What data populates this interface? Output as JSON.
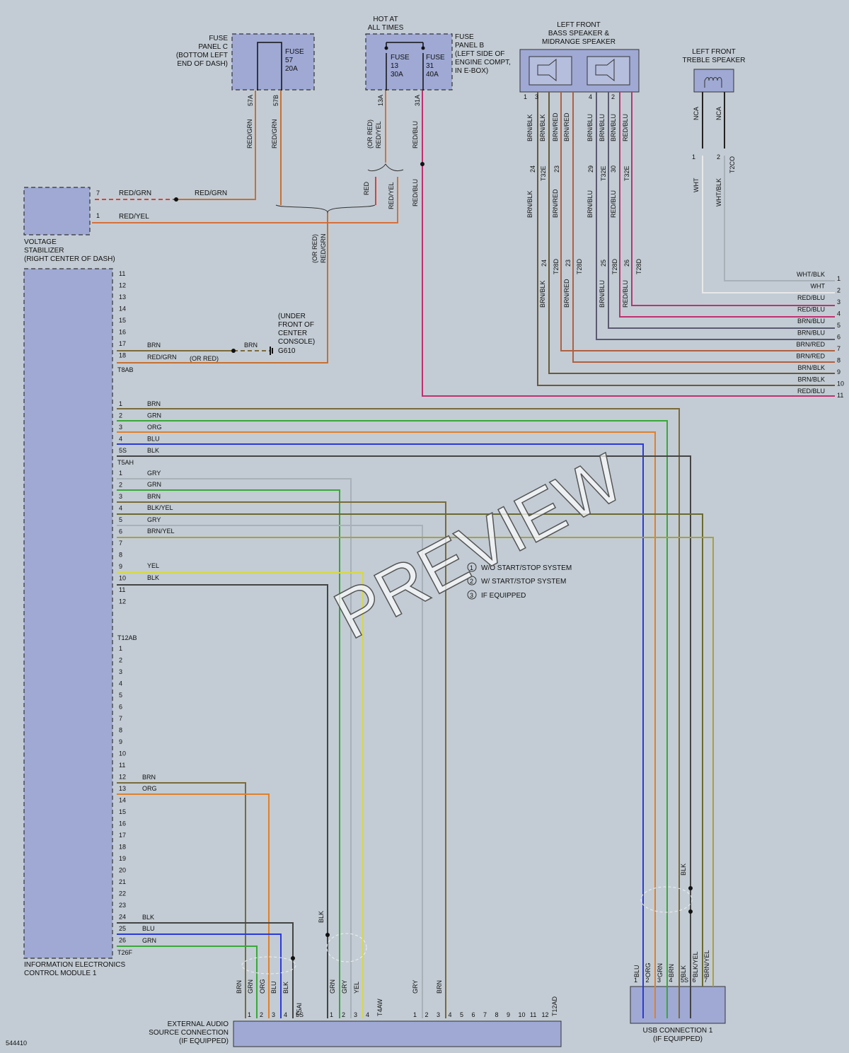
{
  "diagram_id": "544410",
  "watermark": "PREVIEW",
  "colors": {
    "background": "#c3ccd4",
    "component_fill": "#9fa9d4",
    "wire_red": "#e04030",
    "wire_brn": "#7a6a3a",
    "wire_grn": "#38a838",
    "wire_org": "#e0802a",
    "wire_blu": "#2a3ad8",
    "wire_blk": "#444444",
    "wire_gry": "#a8b0b8",
    "wire_yel": "#d8d840",
    "wire_redblu": "#c03070",
    "wire_redyel": "#d8703a",
    "wire_redgrn": "#c87030",
    "wire_wht": "#e8e8e8",
    "wire_brnblk": "#6a5a3a",
    "wire_brnblu": "#5a5a70",
    "wire_brnred": "#b06040"
  },
  "components": {
    "fuse_panel_c": {
      "title": "FUSE\nPANEL C\n(BOTTOM LEFT\nEND OF DASH)",
      "fuse": "FUSE\n57\n20A",
      "pins": [
        "57A",
        "57B"
      ]
    },
    "fuse_panel_b": {
      "header": "HOT AT\nALL TIMES",
      "title": "FUSE\nPANEL B\n(LEFT SIDE OF\nENGINE COMPT,\nIN E-BOX)",
      "fuse1": "FUSE\n13\n30A",
      "fuse2": "FUSE\n31\n40A",
      "pins": [
        "13A",
        "31A"
      ]
    },
    "bass_speaker": {
      "title": "LEFT FRONT\nBASS SPEAKER &\nMIDRANGE SPEAKER",
      "pins": [
        "1",
        "3",
        "4",
        "2"
      ]
    },
    "treble_speaker": {
      "title": "LEFT FRONT\nTREBLE SPEAKER",
      "pins": [
        "1",
        "2"
      ]
    },
    "voltage_stabilizer": {
      "title": "VOLTAGE\nSTABILIZER\n(RIGHT CENTER OF DASH)",
      "pins": [
        "7",
        "1"
      ]
    },
    "control_module": {
      "title": "INFORMATION ELECTRONICS\nCONTROL MODULE 1"
    },
    "ground": {
      "title": "(UNDER\nFRONT OF\nCENTER\nCONSOLE)",
      "id": "G610"
    },
    "external_audio": {
      "title": "EXTERNAL AUDIO\nSOURCE CONNECTION\n(IF EQUIPPED)"
    },
    "usb": {
      "title": "USB CONNECTION 1\n(IF EQUIPPED)"
    }
  },
  "legend": [
    {
      "num": "1",
      "text": "W/O START/STOP SYSTEM"
    },
    {
      "num": "2",
      "text": "W/ START/STOP SYSTEM"
    },
    {
      "num": "3",
      "text": "IF EQUIPPED"
    }
  ],
  "connectors": {
    "t8ab": {
      "name": "T8AB",
      "pins": [
        "11",
        "12",
        "13",
        "14",
        "15",
        "16",
        "17",
        "18"
      ]
    },
    "t5ah": {
      "name": "T5AH",
      "pins": [
        "1",
        "2",
        "3",
        "4",
        "5S"
      ]
    },
    "t12ab": {
      "name": "T12AB",
      "pins": [
        "1",
        "2",
        "3",
        "4",
        "5",
        "6",
        "7",
        "8",
        "9",
        "10",
        "11",
        "12"
      ]
    },
    "t26f": {
      "name": "T26F",
      "pins": [
        "1",
        "2",
        "3",
        "4",
        "5",
        "6",
        "7",
        "8",
        "9",
        "10",
        "11",
        "12",
        "13",
        "14",
        "15",
        "16",
        "17",
        "18",
        "19",
        "20",
        "21",
        "22",
        "23",
        "24",
        "25",
        "26"
      ]
    },
    "t5ai": {
      "name": "T5AI"
    },
    "t4aw": {
      "name": "T4AW"
    },
    "t12ad": {
      "name": "T12AD",
      "pins": [
        "1",
        "2",
        "3",
        "4",
        "5",
        "6",
        "7",
        "8",
        "9",
        "10",
        "11",
        "12"
      ]
    },
    "t32e": {
      "name": "T32E"
    },
    "t28d": {
      "name": "T28D"
    },
    "t2co": {
      "name": "T2CO"
    }
  },
  "wire_labels": {
    "t8ab": [
      "BRN",
      "RED/GRN"
    ],
    "t5ah": [
      "BRN",
      "GRN",
      "ORG",
      "BLU",
      "BLK"
    ],
    "t12ab": [
      "GRY",
      "GRN",
      "BRN",
      "BLK/YEL",
      "GRY",
      "BRN/YEL",
      "YEL",
      "BLK"
    ],
    "t26f": [
      "BRN",
      "ORG",
      "BLK",
      "BLU",
      "GRN"
    ],
    "right_side": [
      "WHT/BLK",
      "WHT",
      "RED/BLU",
      "RED/BLU",
      "BRN/BLU",
      "BRN/BLU",
      "BRN/RED",
      "BRN/RED",
      "BRN/BLK",
      "BRN/BLK",
      "RED/BLU"
    ],
    "right_side_pins": [
      "1",
      "2",
      "3",
      "4",
      "5",
      "6",
      "7",
      "8",
      "9",
      "10",
      "11"
    ],
    "ext_audio_vert": [
      "BRN",
      "GRN",
      "ORG",
      "BLU",
      "BLK",
      "GRN",
      "GRY",
      "YEL",
      "GRY",
      "BRN"
    ],
    "usb_vert": [
      "BLU",
      "ORG",
      "GRN",
      "BRN",
      "BLK",
      "BLK/YEL",
      "BRN/YEL"
    ],
    "usb_pins": [
      "1",
      "2",
      "3",
      "4",
      "5S",
      "6",
      "7"
    ],
    "ext_audio_pins_t5ai": [
      "1",
      "2",
      "3",
      "4",
      "5S"
    ],
    "ext_audio_pins_t4aw": [
      "1",
      "2",
      "3",
      "4"
    ],
    "top_redgrn": "RED/GRN",
    "top_redyel": "RED/YEL",
    "or_red": "(OR RED)",
    "or_red_redgrn": "(OR RED)\nRED/GRN",
    "or_red_redyel": "(OR RED)\nRED/YEL",
    "red": "RED",
    "redblu": "RED/BLU",
    "nca": "NCA",
    "wht": "WHT",
    "whtblk": "WHT/BLK",
    "blk": "BLK",
    "speaker_upper": [
      "BRN/BLK",
      "BRN/BLK",
      "BRN/RED",
      "BRN/RED",
      "BRN/BLU",
      "BRN/BLU",
      "BRN/BLU",
      "RED/BLU"
    ],
    "speaker_mid": [
      "BRN/BLK",
      "BRN/RED",
      "BRN/BLU",
      "RED/BLU"
    ],
    "speaker_lower": [
      "BRN/BLK",
      "BRN/RED",
      "BRN/BLU",
      "RED/BLU"
    ],
    "speaker_pin_nums_upper": [
      "24",
      "23",
      "29",
      "30"
    ],
    "speaker_pin_nums_lower": [
      "24",
      "23",
      "25",
      "26"
    ]
  }
}
